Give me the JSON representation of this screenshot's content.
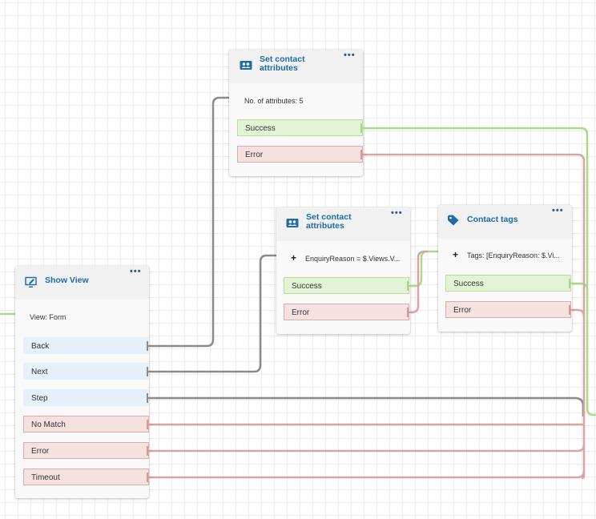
{
  "colors": {
    "gray_connector": "#8a8a8a",
    "green_connector": "#a9d98a",
    "red_connector": "#d8a4a4",
    "title_blue": "#1f6ba3"
  },
  "blocks": {
    "set_attrs_1": {
      "title_line1": "Set contact",
      "title_line2": "attributes",
      "icon": "users-icon",
      "menu": "•••",
      "description": "No. of attributes: 5",
      "branches": {
        "success": "Success",
        "error": "Error"
      }
    },
    "set_attrs_2": {
      "title_line1": "Set contact",
      "title_line2": "attributes",
      "icon": "users-icon",
      "menu": "•••",
      "plus": "+",
      "description": "EnquiryReason = $.Views.V...",
      "branches": {
        "success": "Success",
        "error": "Error"
      }
    },
    "contact_tags": {
      "title": "Contact tags",
      "icon": "tag-icon",
      "menu": "•••",
      "plus": "+",
      "description": "Tags: [EnquiryReason: $.Vi...",
      "branches": {
        "success": "Success",
        "error": "Error"
      }
    },
    "show_view": {
      "title": "Show View",
      "icon": "monitor-edit-icon",
      "menu": "•••",
      "description": "View: Form",
      "branches": {
        "back": "Back",
        "next": "Next",
        "step": "Step",
        "no_match": "No Match",
        "error": "Error",
        "timeout": "Timeout"
      }
    }
  }
}
